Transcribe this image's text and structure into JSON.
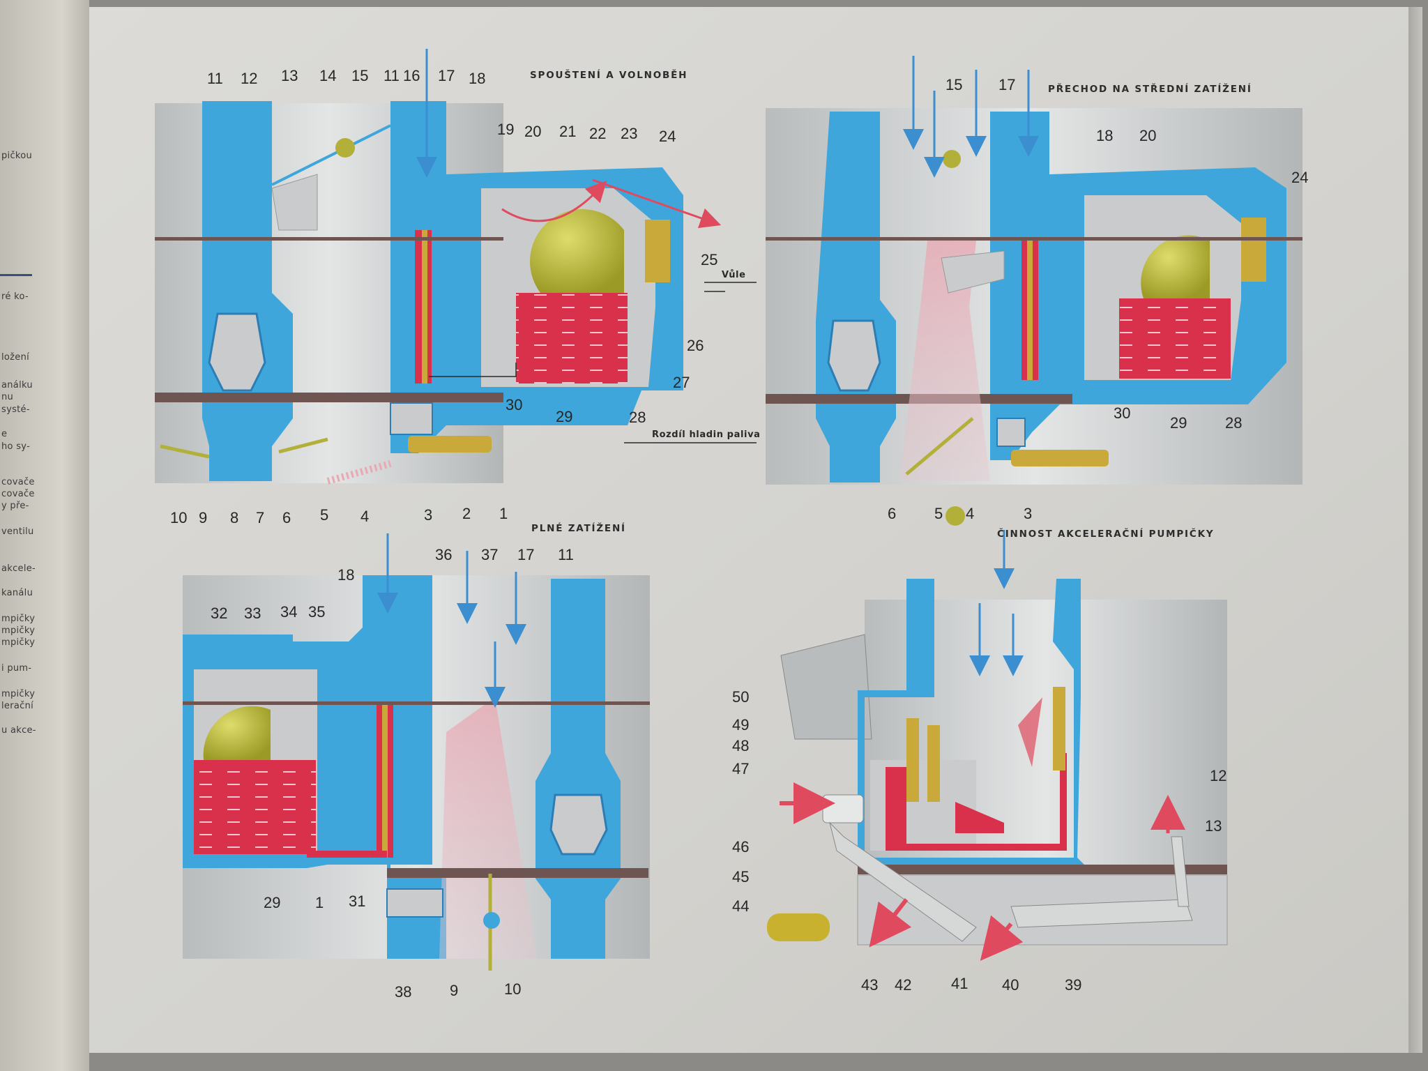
{
  "left_page_fragments": [
    "pičkou",
    "ré ko-",
    "ložení",
    "análku",
    "nu",
    "systé-",
    "e",
    "ho sy-",
    "covače",
    "covače",
    "y pře-",
    "ventilu",
    "akcele-",
    "kanálu",
    "mpičky",
    "mpičky",
    "mpičky",
    "i pum-",
    "mpičky",
    "lerační",
    "u akce-"
  ],
  "panels": {
    "idle": {
      "title": "SPOUŠTENÍ A VOLNOBĚH",
      "annotations": [
        "Vůle",
        "Rozdíl hladin paliva"
      ],
      "labels_top": [
        "11",
        "12",
        "13",
        "14",
        "15",
        "11",
        "16",
        "17",
        "18",
        "19",
        "20",
        "21",
        "22",
        "23",
        "24"
      ],
      "labels_right": [
        "25",
        "26",
        "27",
        "28",
        "29",
        "30"
      ],
      "labels_bottom": [
        "10",
        "9",
        "8",
        "7",
        "6",
        "5",
        "4",
        "3",
        "2",
        "1"
      ]
    },
    "transition": {
      "title": "PŘECHOD NA STŘEDNÍ ZATÍŽENÍ",
      "labels": [
        "15",
        "17",
        "18",
        "20",
        "24",
        "29",
        "28",
        "30",
        "6",
        "5",
        "4",
        "3"
      ]
    },
    "full": {
      "title": "PLNÉ ZATÍŽENÍ",
      "labels": [
        "32",
        "33",
        "34",
        "35",
        "18",
        "36",
        "37",
        "17",
        "11",
        "29",
        "1",
        "31",
        "38",
        "9",
        "10"
      ]
    },
    "pump": {
      "title": "ČINNOST AKCELERAČNÍ PUMPIČKY",
      "labels_left": [
        "50",
        "49",
        "48",
        "47",
        "46",
        "45",
        "44"
      ],
      "labels_right": [
        "12",
        "13"
      ],
      "labels_bottom": [
        "43",
        "42",
        "41",
        "40",
        "39"
      ]
    }
  },
  "colors": {
    "housing_blue": "#3fa6dc",
    "fuel_red": "#d9304b",
    "float_olive": "#b3b03a",
    "brass": "#c8a93a",
    "metal_grey": "#c9cbcc"
  }
}
